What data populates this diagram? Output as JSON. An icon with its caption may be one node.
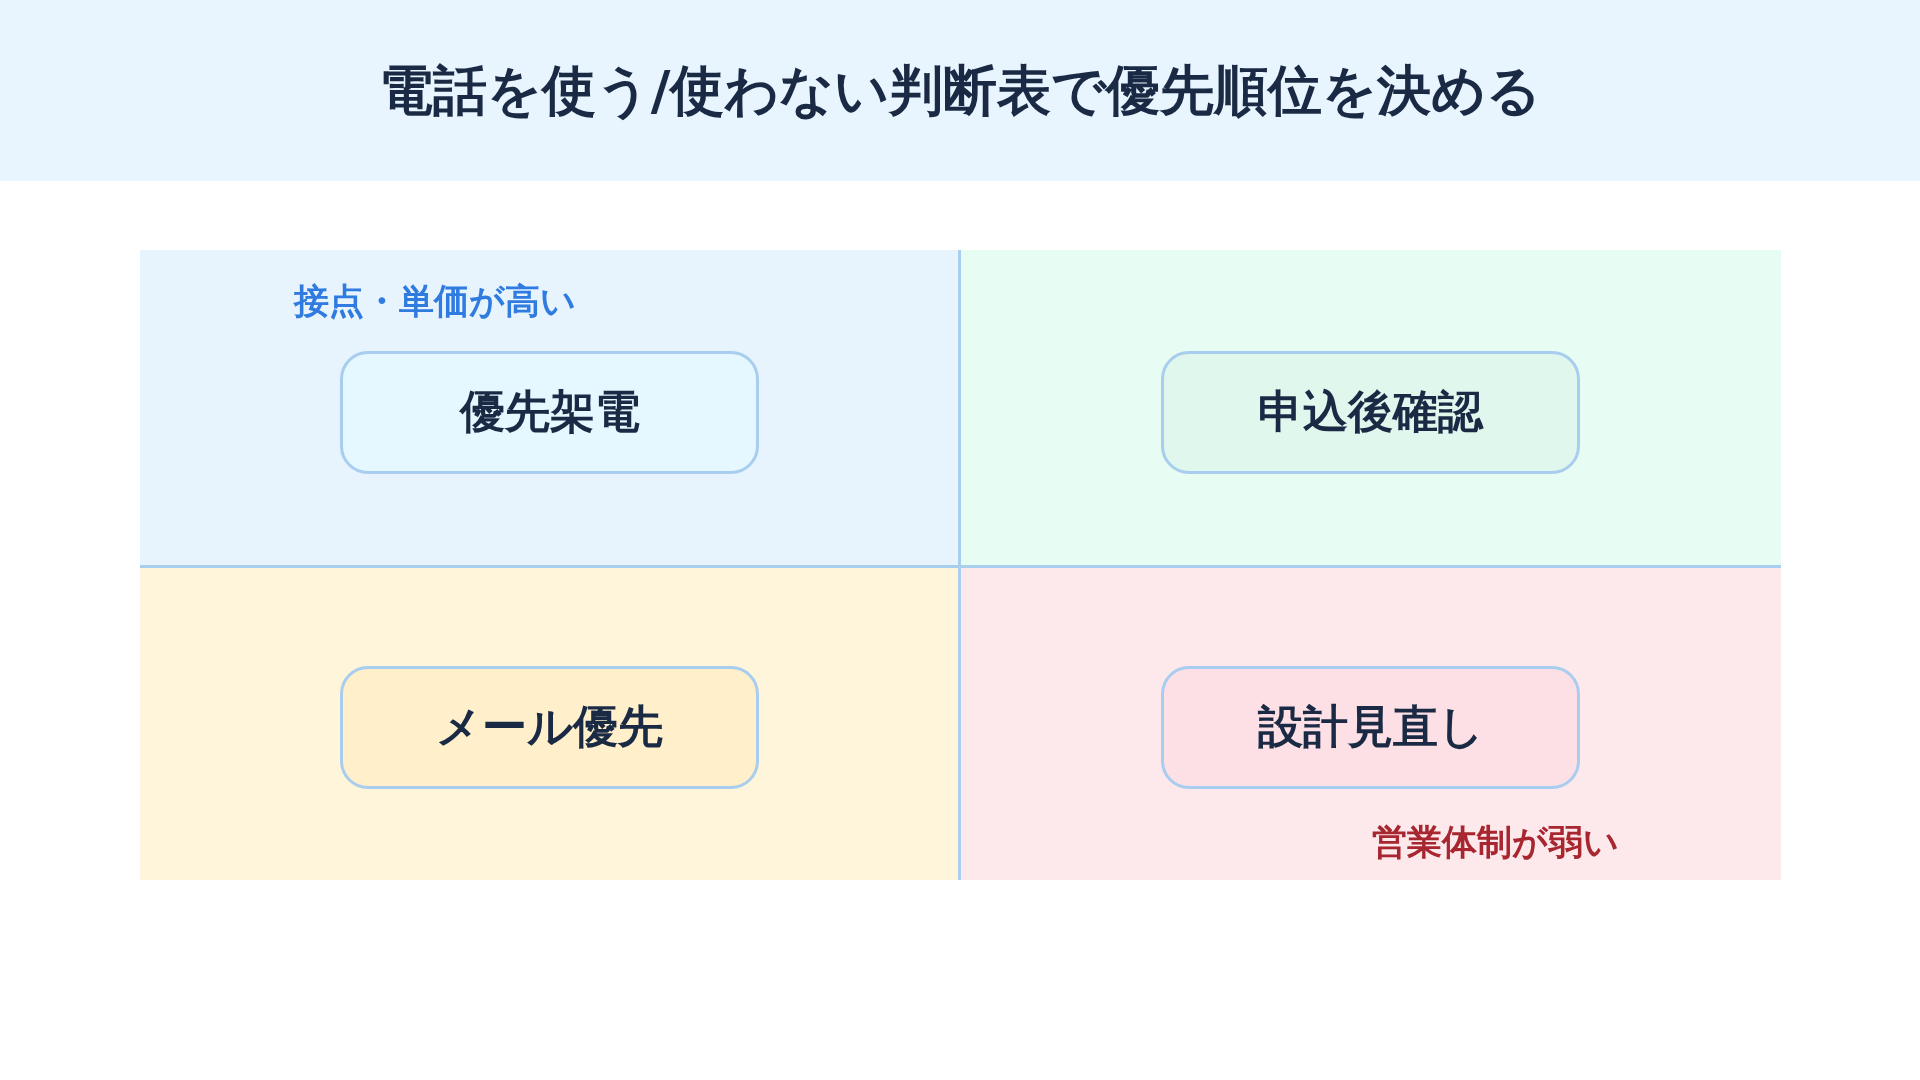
{
  "diagram": {
    "title": "電話を使う/使わない判断表で優先順位を決める",
    "nodes": [
      {
        "text": [
          "接点・単価が高い"
        ]
      },
      {
        "text": [
          "優先架電"
        ],
        "in": 0
      },
      {
        "text": [],
        "shape": "box"
      },
      {
        "text": [
          "申込後確認"
        ],
        "in": 2
      },
      {
        "text": [],
        "shape": "box"
      },
      {
        "text": [
          "メール優先"
        ],
        "in": 4
      },
      {
        "text": [
          "営業体制が弱い"
        ]
      },
      {
        "text": [
          "設計見直し"
        ],
        "in": 6
      }
    ]
  }
}
